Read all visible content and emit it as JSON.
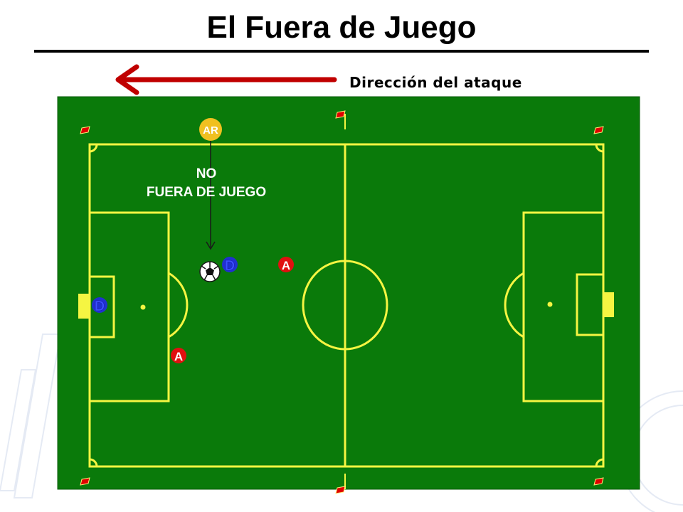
{
  "title": "El Fuera de Juego",
  "attack_direction": {
    "label": "Dirección del ataque",
    "arrow_color": "#c00000",
    "arrow_icon": "arrow-left-icon"
  },
  "annotation": {
    "line1": "NO",
    "line2": "FUERA DE JUEGO"
  },
  "referee": {
    "label": "AR",
    "color": "#f0c020"
  },
  "players": {
    "defender_1": {
      "label": "D",
      "color": "#2030d0",
      "text_color": "#3a4fff"
    },
    "defender_2": {
      "label": "D",
      "color": "#2030d0",
      "text_color": "#3a4fff"
    },
    "attacker_1": {
      "label": "A",
      "color": "#e01010",
      "text_color": "#ffffff"
    },
    "attacker_2": {
      "label": "A",
      "color": "#e01010",
      "text_color": "#ffffff"
    }
  },
  "ball_icon": "soccer-ball-icon",
  "flag_icon": "corner-flag-icon",
  "colors": {
    "pitch": "#0a7a0a",
    "lines": "#f5f542",
    "flag": "#e00000",
    "goal": "#f5f542"
  }
}
